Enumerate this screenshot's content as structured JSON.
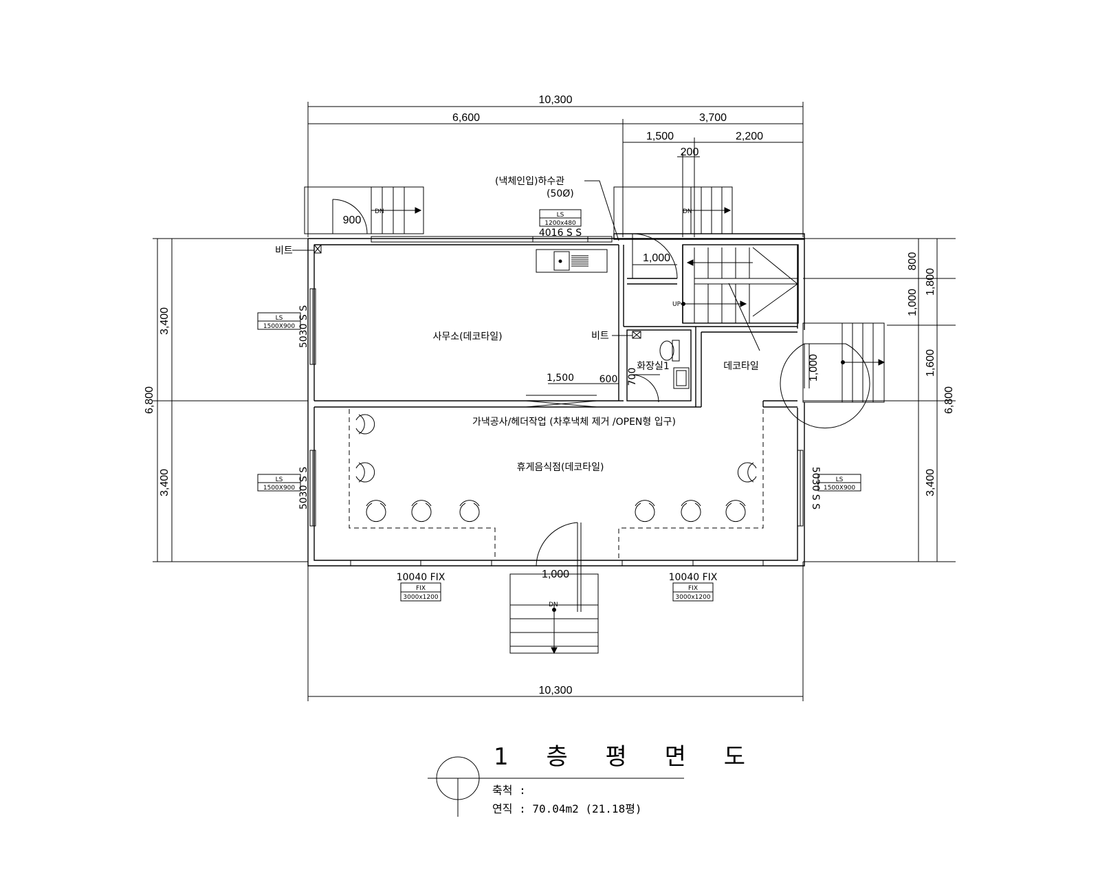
{
  "dims": {
    "top_total": "10,300",
    "top_left": "6,600",
    "top_right": "3,700",
    "top_r1": "1,500",
    "top_r2": "2,200",
    "top_r3": "200",
    "bottom_total": "10,300",
    "left_total": "6,800",
    "left_upper": "3,400",
    "left_lower": "3,400",
    "right_total": "6,800",
    "right_a": "800",
    "right_b": "1,000",
    "right_c": "1,800",
    "right_d": "1,600",
    "right_e": "3,400",
    "door_tl": "900",
    "door_toilet": "1,000",
    "door_side": "1,000",
    "door_main": "1,000",
    "inner_1500": "1,500",
    "inner_600": "600",
    "inner_700": "700"
  },
  "windows": {
    "top_code": "4016 S S",
    "top_box_line1": "LS",
    "top_box_line2": "1200x480",
    "left_upper_code": "5030 S S",
    "left_upper_line1": "LS",
    "left_upper_line2": "1500X900",
    "left_lower_code": "5030 S S",
    "left_lower_line1": "LS",
    "left_lower_line2": "1500X900",
    "right_code": "5030 S S",
    "right_line1": "LS",
    "right_line2": "1500X900",
    "front_left_code": "10040 FIX",
    "front_left_line1": "FIX",
    "front_left_line2": "3000x1200",
    "front_right_code": "10040 FIX",
    "front_right_line1": "FIX",
    "front_right_line2": "3000x1200"
  },
  "labels": {
    "pipe_line1": "(낵체인입)하수관",
    "pipe_line2": "(50Ø)",
    "bit_top": "비트",
    "bit_mid": "비트",
    "office": "사무소(데코타일)",
    "toilet": "화장실1",
    "deco": "데코타일",
    "note": "가낵공사/헤더작업 (차후낵체 제거 /OPEN형 입구)",
    "restaurant": "휴게음식점(데코타일)",
    "dn_tl": "DN",
    "dn_tr": "DN",
    "dn_front": "DN",
    "up": "UP"
  },
  "title_block": {
    "title": "1 층 평 면 도",
    "scale_label": "축척  :",
    "area_label": "연직  : 70.04m2 (21.18평)"
  }
}
